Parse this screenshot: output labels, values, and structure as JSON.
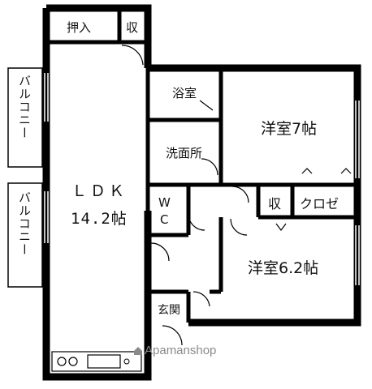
{
  "rooms": {
    "oshiire": "押入",
    "shu1": "収",
    "bath": "浴室",
    "western7": "洋室7帖",
    "washroom": "洗面所",
    "ldk_line1": "ＬＤＫ",
    "ldk_line2": "14.2帖",
    "wc_top": "W",
    "wc_bottom": "C",
    "shu2": "収",
    "closet": "クロゼ",
    "western62": "洋室6.2帖",
    "entrance": "玄関"
  },
  "balconies": {
    "upper": "バルコニー",
    "lower": "バルコニー"
  },
  "watermark": {
    "text": "Apamanshop",
    "icon": "house-logo-icon"
  }
}
